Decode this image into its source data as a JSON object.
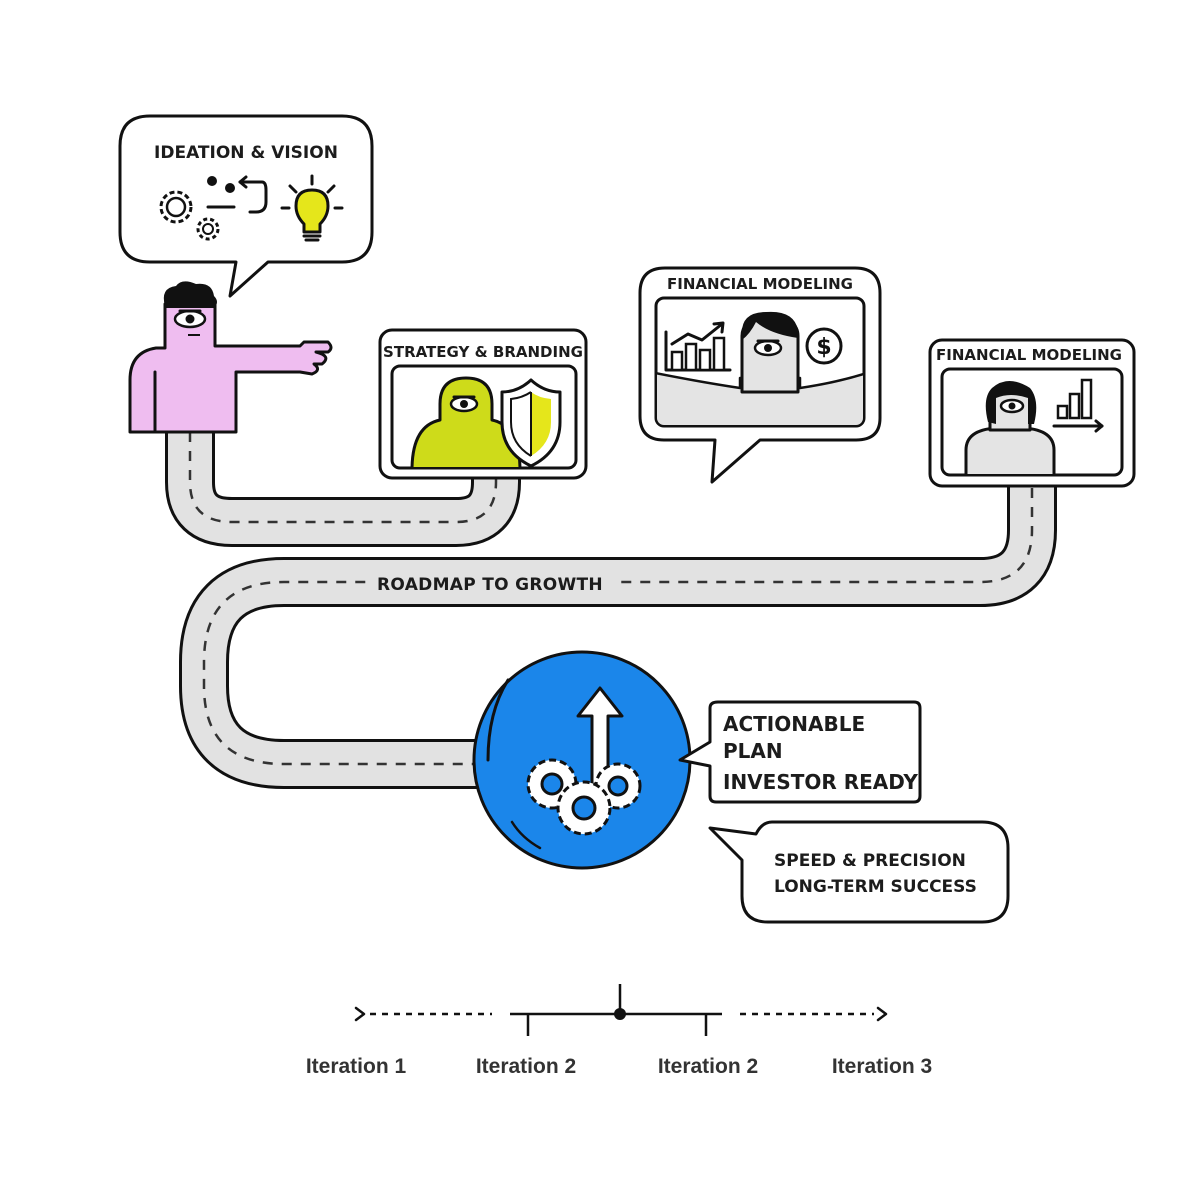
{
  "ideation_bubble": {
    "title": "IDEATION & VISION"
  },
  "strategy_card": {
    "title": "STRATEGY & BRANDING"
  },
  "financial_bubble": {
    "title": "FINANCIAL MODELING"
  },
  "financial_card": {
    "title": "FINANCIAL MODELING"
  },
  "road": {
    "label": "ROADMAP TO GROWTH"
  },
  "plan_box": {
    "line1": "ACTIONABLE",
    "line2": "PLAN",
    "line3": "INVESTOR READY"
  },
  "speed_box": {
    "line1": "SPEED & PRECISION",
    "line2": "LONG-TERM SUCCESS"
  },
  "timeline": {
    "labels": [
      "Iteration 1",
      "Iteration 2",
      "Iteration 2",
      "Iteration 3"
    ]
  },
  "colors": {
    "pink_character": "#efbdf0",
    "lime_character": "#cedb1a",
    "gray_character": "#e4e4e4",
    "road": "#e2e2e2",
    "goal_circle": "#1b86ea",
    "bulb": "#e5e61b"
  },
  "icons": [
    "gears-icon",
    "cycle-arrow-icon",
    "lightbulb-icon",
    "shield-icon",
    "rising-chart-icon",
    "dollar-coin-icon",
    "bar-chart-icon",
    "gears-up-arrow-icon"
  ]
}
